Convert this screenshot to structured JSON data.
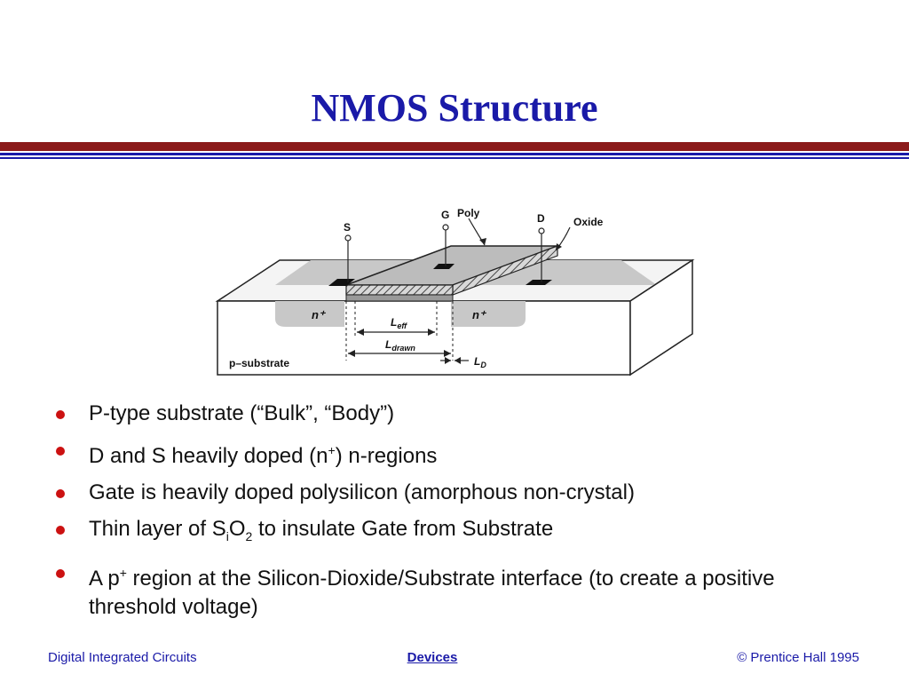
{
  "slide": {
    "title": "NMOS Structure"
  },
  "diagram": {
    "labels": {
      "source": "S",
      "gate": "G",
      "poly": "Poly",
      "drain": "D",
      "oxide": "Oxide",
      "n_plus": "n⁺",
      "substrate": "p–substrate",
      "l_eff": "L",
      "l_eff_sub": "eff",
      "l_drawn": "L",
      "l_drawn_sub": "drawn",
      "l_d": "L",
      "l_d_sub": "D"
    }
  },
  "bullets": [
    {
      "text": "P-type substrate (“Bulk”, “Body”)"
    },
    {
      "pre": "D and S heavily doped (n",
      "sup": "+",
      "post": ") n-regions"
    },
    {
      "text": "Gate is heavily doped polysilicon (amorphous non-crystal)"
    },
    {
      "pre": "Thin layer of S",
      "sub1": "i",
      "mid": "O",
      "sub2": "2",
      "post": " to insulate Gate from Substrate"
    },
    {
      "pre": "A p",
      "sup": "+",
      "post": " region at the Silicon-Dioxide/Substrate interface (to create a positive threshold voltage)"
    }
  ],
  "footer": {
    "left": "Digital Integrated Circuits",
    "center": "Devices",
    "right": "© Prentice Hall 1995"
  },
  "colors": {
    "title": "#1a1aa8",
    "rule_red": "#8b1a1a",
    "rule_blue": "#1a1aa8",
    "bullet": "#cc1111"
  }
}
